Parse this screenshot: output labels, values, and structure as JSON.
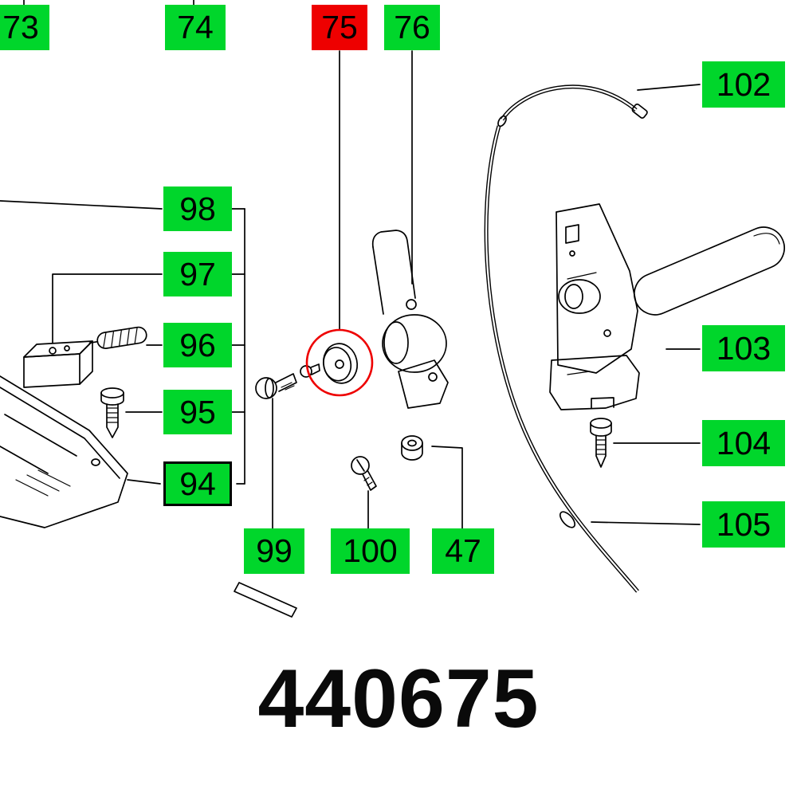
{
  "diagram": {
    "part_number": "440675"
  },
  "colors": {
    "label-green": "#00d62b",
    "label-red": "#ee0000",
    "line-black": "#000000"
  },
  "labels": [
    {
      "text": "73",
      "style": "green"
    },
    {
      "text": "74",
      "style": "green"
    },
    {
      "text": "75",
      "style": "red"
    },
    {
      "text": "76",
      "style": "green"
    },
    {
      "text": "102",
      "style": "green"
    },
    {
      "text": "98",
      "style": "green"
    },
    {
      "text": "97",
      "style": "green"
    },
    {
      "text": "96",
      "style": "green"
    },
    {
      "text": "95",
      "style": "green"
    },
    {
      "text": "94",
      "style": "green-outlined"
    },
    {
      "text": "103",
      "style": "green"
    },
    {
      "text": "104",
      "style": "green"
    },
    {
      "text": "105",
      "style": "green"
    },
    {
      "text": "99",
      "style": "green"
    },
    {
      "text": "100",
      "style": "green"
    },
    {
      "text": "47",
      "style": "green"
    }
  ]
}
